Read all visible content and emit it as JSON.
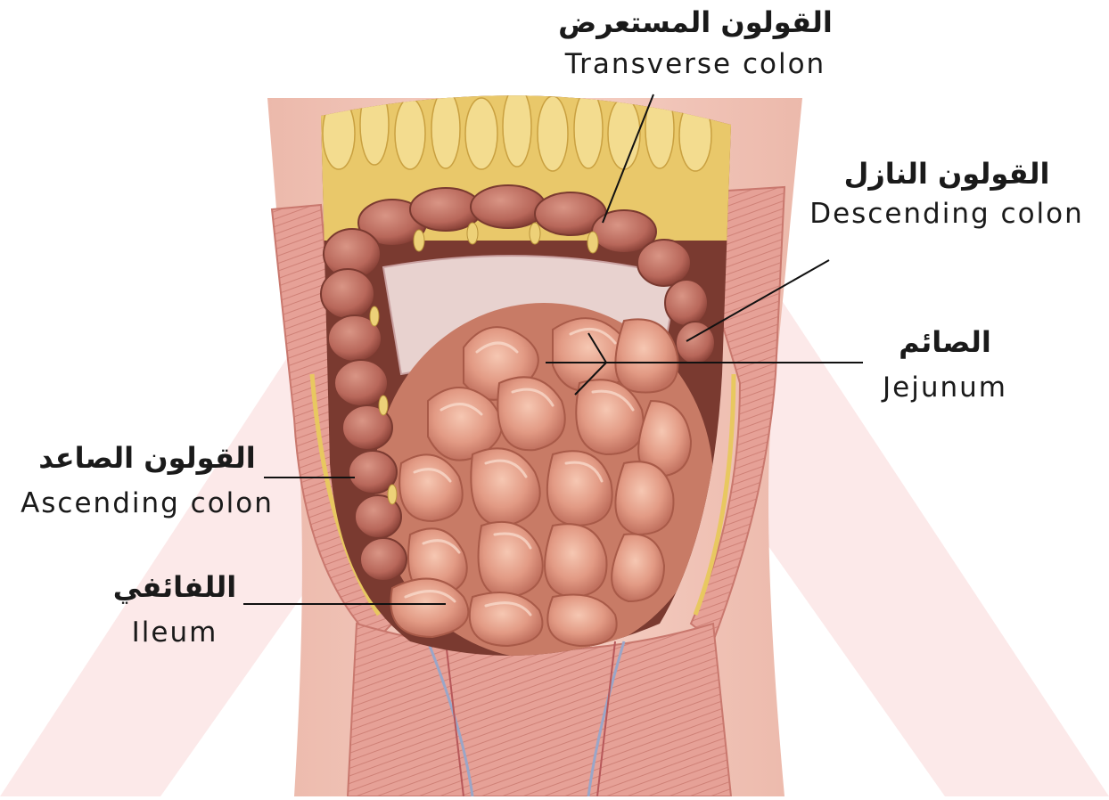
{
  "labels": {
    "transverse_colon": {
      "ar": "القولون المستعرض",
      "en": "Transverse colon"
    },
    "descending_colon": {
      "ar": "القولون النازل",
      "en": "Descending colon"
    },
    "jejunum": {
      "ar": "الصائم",
      "en": "Jejunum"
    },
    "ascending_colon": {
      "ar": "القولون الصاعد",
      "en": "Ascending colon"
    },
    "ileum": {
      "ar": "اللفائفي",
      "en": "Ileum"
    }
  },
  "colors": {
    "background_chevron": "#fbe3e3",
    "skin": "#f2c4b6",
    "muscle": "#e8a49a",
    "fat": "#e9c86a",
    "colon": "#b8675a",
    "small_intestine": "#e29a84",
    "leader_line": "#111111"
  }
}
